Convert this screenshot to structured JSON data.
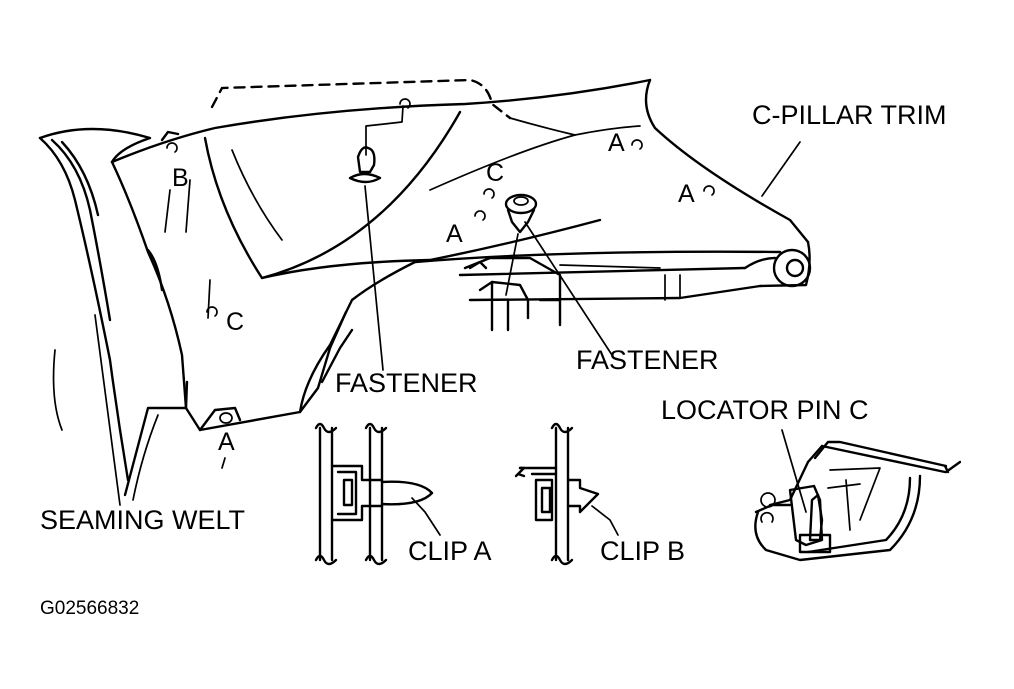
{
  "labels": {
    "c_pillar_trim": "C-PILLAR TRIM",
    "fastener_left": "FASTENER",
    "fastener_right": "FASTENER",
    "locator_pin_c": "LOCATOR PIN C",
    "seaming_welt": "SEAMING WELT",
    "clip_a": "CLIP A",
    "clip_b": "CLIP B",
    "figure_code": "G02566832"
  },
  "location_marks": {
    "b_top": "B",
    "c_upper": "C",
    "a_middle": "A",
    "a_upper_1": "A",
    "a_upper_2": "A",
    "c_lower": "C",
    "a_bottom": "A"
  }
}
